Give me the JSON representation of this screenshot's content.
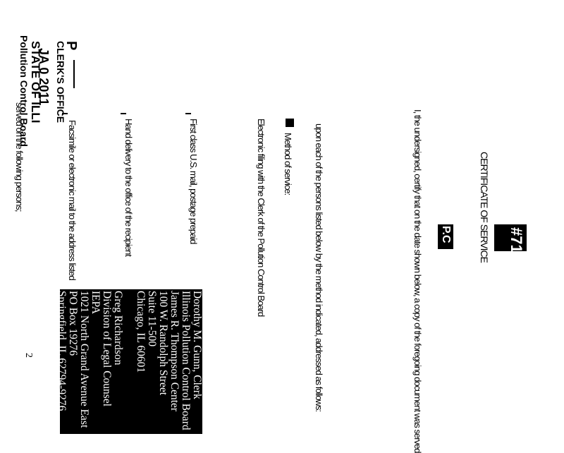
{
  "header": {
    "stamp_p": "P",
    "clerks_office": "CLERK'S OFFICE",
    "date": "JA    0 2011",
    "state_of": "STATE OF ILLI",
    "board": "Pollution Control Board",
    "recipient_note": "served on the following persons;"
  },
  "top_right": {
    "cert_title": "CERTIFICATE OF SERVICE",
    "mark_pc": "P.C",
    "mark_num": "#71"
  },
  "body": {
    "line1": "I, the undersigned, certify that on the date shown below, a copy of the foregoing document was served",
    "line2": "upon each of the persons listed below by the method indicated, addressed as follows:",
    "line3": "Method of service:",
    "line4": "Electronic filing with the Clerk of the Pollution Control Board",
    "line5": "First class U.S. mail, postage prepaid",
    "line6": "Hand delivery to the office of the recipient",
    "line7": "Facsimile or electronic mail to the address listed"
  },
  "address": {
    "lines": [
      "Dorothy M. Gunn, Clerk",
      "Illinois Pollution Control Board",
      "James R. Thompson Center",
      "100 W. Randolph Street",
      "Suite 11-500",
      "Chicago, IL 60601",
      "",
      "Greg Richardson",
      "Division of Legal Counsel",
      "IEPA",
      "1021 North Grand Avenue East",
      "PO Box 19276",
      "Springfield, IL 62794-9276"
    ]
  },
  "footer": {
    "page_number": "2"
  }
}
